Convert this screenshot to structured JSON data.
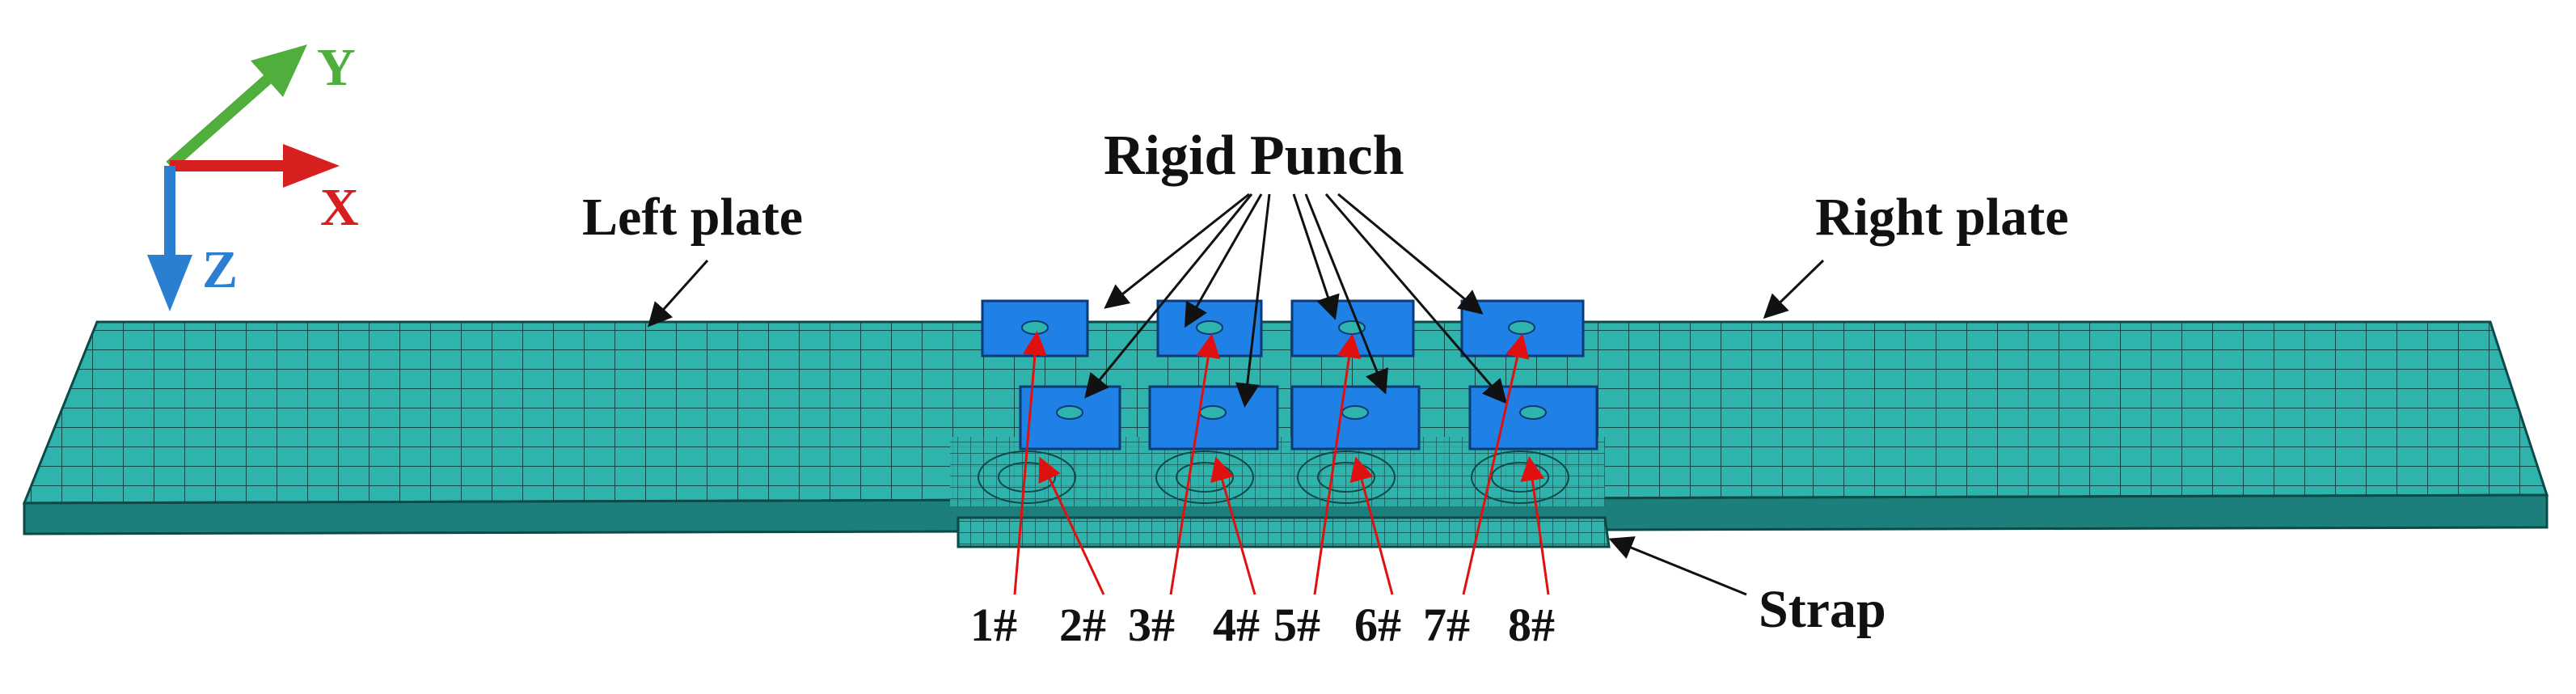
{
  "axes": {
    "x": "X",
    "y": "Y",
    "z": "Z"
  },
  "labels": {
    "left_plate": "Left plate",
    "right_plate": "Right plate",
    "rigid_punch": "Rigid Punch",
    "strap": "Strap"
  },
  "points": [
    "1#",
    "2#",
    "3#",
    "4#",
    "5#",
    "6#",
    "7#",
    "8#"
  ],
  "colors": {
    "mesh_fill": "#2fb3ad",
    "mesh_line": "#0b4a48",
    "punch": "#1f80e6",
    "punch_edge": "#0b3a78",
    "axis_x": "#d81f1f",
    "axis_y": "#4fae3c",
    "axis_z": "#2b7fd1",
    "pointer_red": "#e01010",
    "pointer_black": "#111111"
  }
}
